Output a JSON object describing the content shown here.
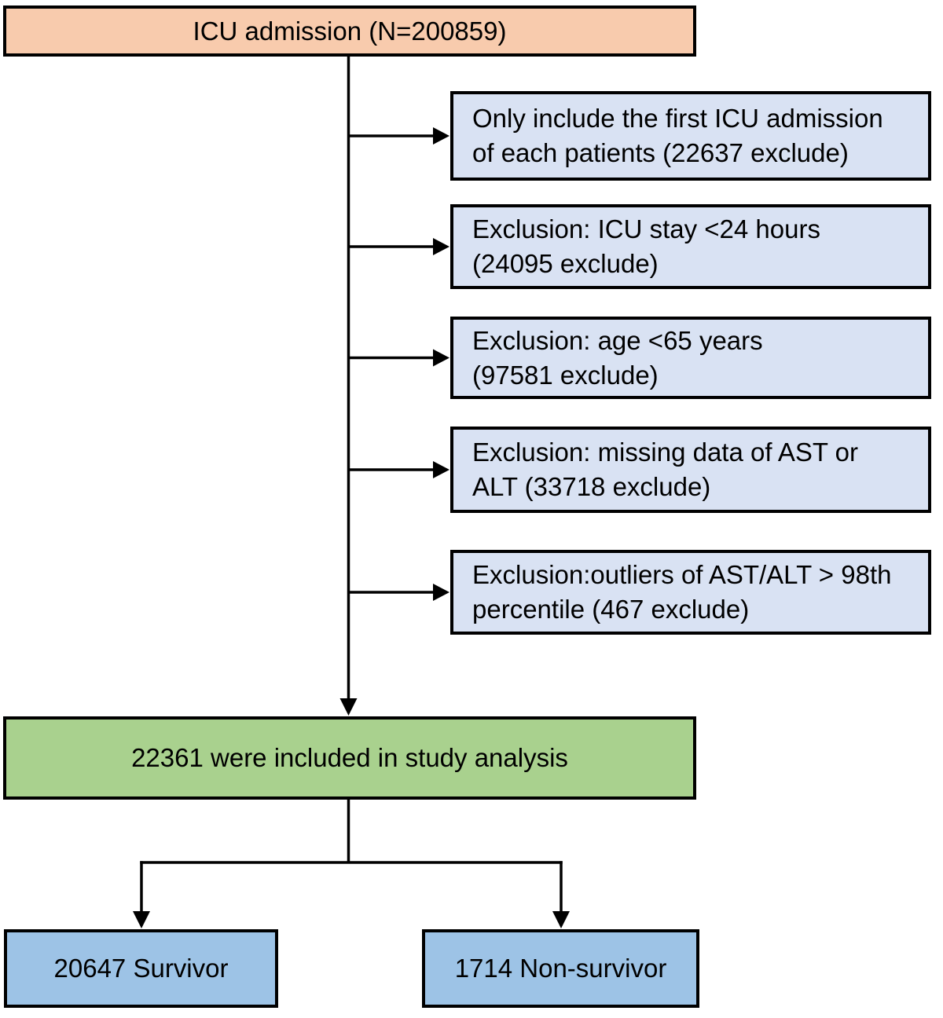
{
  "flow": {
    "admission": {
      "label": "ICU admission (N=200859)"
    },
    "exclusions": [
      {
        "lines": [
          "Only include the first ICU admission",
          "of each patients (22637 exclude)"
        ]
      },
      {
        "lines": [
          "Exclusion: ICU stay <24 hours",
          "(24095 exclude)"
        ]
      },
      {
        "lines": [
          "Exclusion: age <65 years",
          "(97581 exclude)"
        ]
      },
      {
        "lines": [
          "Exclusion: missing data of AST or",
          "ALT (33718 exclude)"
        ]
      },
      {
        "lines": [
          "Exclusion:outliers of AST/ALT > 98th",
          "percentile (467 exclude)"
        ]
      }
    ],
    "included": {
      "label": "22361 were included in study analysis"
    },
    "outcomes": [
      {
        "label": "20647 Survivor"
      },
      {
        "label": "1714 Non-survivor"
      }
    ],
    "colors": {
      "admission_bg": "#F8CBAD",
      "exclusion_bg": "#D9E2F3",
      "included_bg": "#A9D18E",
      "outcome_bg": "#9DC3E6",
      "line": "#000000"
    }
  }
}
